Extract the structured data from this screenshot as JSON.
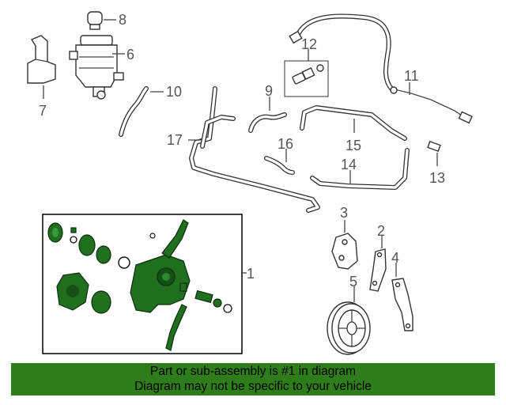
{
  "diagram": {
    "callouts": [
      "8",
      "6",
      "7",
      "10",
      "12",
      "9",
      "11",
      "17",
      "16",
      "15",
      "13",
      "14",
      "3",
      "2",
      "4",
      "5",
      "1"
    ]
  },
  "banner": {
    "line1": "Part or sub-assembly is #1 in diagram",
    "line2": "Diagram may not be specific to your vehicle"
  },
  "colors": {
    "highlight_part": "#1f6f1f",
    "banner_background": "#2e7d1a",
    "line_art": "#333333"
  }
}
